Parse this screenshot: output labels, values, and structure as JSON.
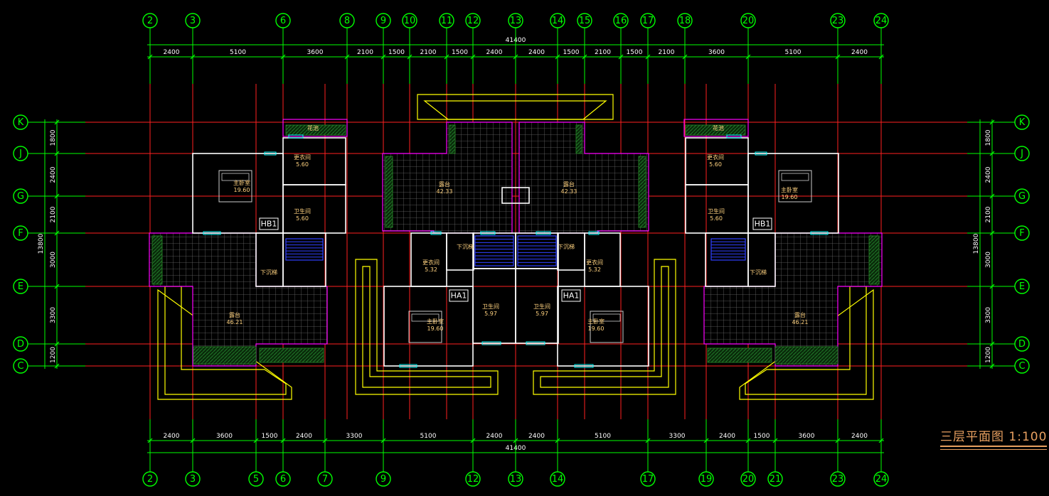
{
  "drawing": {
    "title": "三层平面图 1:100",
    "colors": {
      "axis_red": "#ff2020",
      "grid_green": "#00ff00",
      "wall_white": "#ffffff",
      "outline_magenta": "#ff00ff",
      "eave_yellow": "#ffff00",
      "window_cyan": "#00ffff",
      "stair_blue": "#3040ff",
      "hatch_gray": "#777777",
      "text_orange": "#ffd27f",
      "title_orange": "#e8a060"
    },
    "top_axes": [
      "2",
      "3",
      "6",
      "8",
      "9",
      "10",
      "11",
      "12",
      "13",
      "14",
      "15",
      "16",
      "17",
      "18",
      "20",
      "23",
      "24"
    ],
    "bottom_axes": [
      "2",
      "3",
      "5",
      "6",
      "7",
      "9",
      "12",
      "13",
      "14",
      "17",
      "19",
      "20",
      "21",
      "23",
      "24"
    ],
    "left_axes": [
      "K",
      "J",
      "G",
      "F",
      "E",
      "D",
      "C"
    ],
    "right_axes": [
      "K",
      "J",
      "G",
      "F",
      "E",
      "D",
      "C"
    ],
    "top_dims": [
      "2400",
      "5100",
      "3600",
      "2100",
      "1500",
      "2100",
      "1500",
      "2400",
      "2400",
      "1500",
      "2100",
      "1500",
      "2100",
      "3600",
      "5100",
      "2400"
    ],
    "top_total": "41400",
    "bottom_dims": [
      "2400",
      "3600",
      "1500",
      "2400",
      "3300",
      "5100",
      "2400",
      "2400",
      "5100",
      "3300",
      "2400",
      "1500",
      "3600",
      "2400"
    ],
    "bottom_total": "41400",
    "side_dims": [
      "1800",
      "2400",
      "2100",
      "3000",
      "3300",
      "1200"
    ],
    "side_total": "13800",
    "unit_tags": [
      "HB1",
      "HA1",
      "HA1",
      "HB1"
    ],
    "rooms": [
      {
        "name": "主卧室",
        "area": "19.60"
      },
      {
        "name": "更衣间",
        "area": "5.60"
      },
      {
        "name": "卫生间",
        "area": "5.60"
      },
      {
        "name": "花池",
        "area": ""
      },
      {
        "name": "下沉梯",
        "area": ""
      },
      {
        "name": "露台",
        "area": "46.21"
      },
      {
        "name": "露台",
        "area": "42.33"
      },
      {
        "name": "露台",
        "area": "42.33"
      },
      {
        "name": "更衣间",
        "area": "5.32"
      },
      {
        "name": "更衣间",
        "area": "5.32"
      },
      {
        "name": "主卧室",
        "area": "19.60"
      },
      {
        "name": "主卧室",
        "area": "19.60"
      },
      {
        "name": "卫生间",
        "area": "5.97"
      },
      {
        "name": "卫生间",
        "area": "5.97"
      },
      {
        "name": "下沉梯",
        "area": ""
      },
      {
        "name": "下沉梯",
        "area": ""
      },
      {
        "name": "更衣间",
        "area": "5.60"
      },
      {
        "name": "主卧室",
        "area": "19.60"
      },
      {
        "name": "卫生间",
        "area": "5.60"
      },
      {
        "name": "花池",
        "area": ""
      },
      {
        "name": "下沉梯",
        "area": ""
      },
      {
        "name": "露台",
        "area": "46.21"
      }
    ]
  }
}
